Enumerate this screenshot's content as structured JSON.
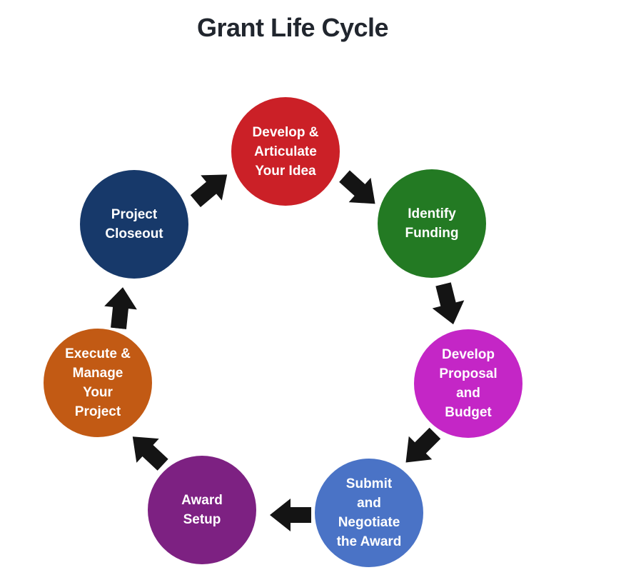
{
  "page": {
    "title": "Grant Life Cycle",
    "title_color": "#21262e",
    "background": "#ffffff"
  },
  "cycle": {
    "direction": "clockwise",
    "arrow_color": "#141414",
    "steps": [
      {
        "id": "develop-idea",
        "label": "Develop &\nArticulate\nYour Idea",
        "color": "#cb2027"
      },
      {
        "id": "identify-funding",
        "label": "Identify\nFunding",
        "color": "#237a23"
      },
      {
        "id": "develop-proposal-budget",
        "label": "Develop\nProposal\nand\nBudget",
        "color": "#c426c6"
      },
      {
        "id": "submit-negotiate-award",
        "label": "Submit\nand\nNegotiate\nthe Award",
        "color": "#4a73c6"
      },
      {
        "id": "award-setup",
        "label": "Award\nSetup",
        "color": "#7d2182"
      },
      {
        "id": "execute-manage-project",
        "label": "Execute &\nManage\nYour\nProject",
        "color": "#c25a14"
      },
      {
        "id": "project-closeout",
        "label": "Project\nCloseout",
        "color": "#17396a"
      }
    ]
  }
}
